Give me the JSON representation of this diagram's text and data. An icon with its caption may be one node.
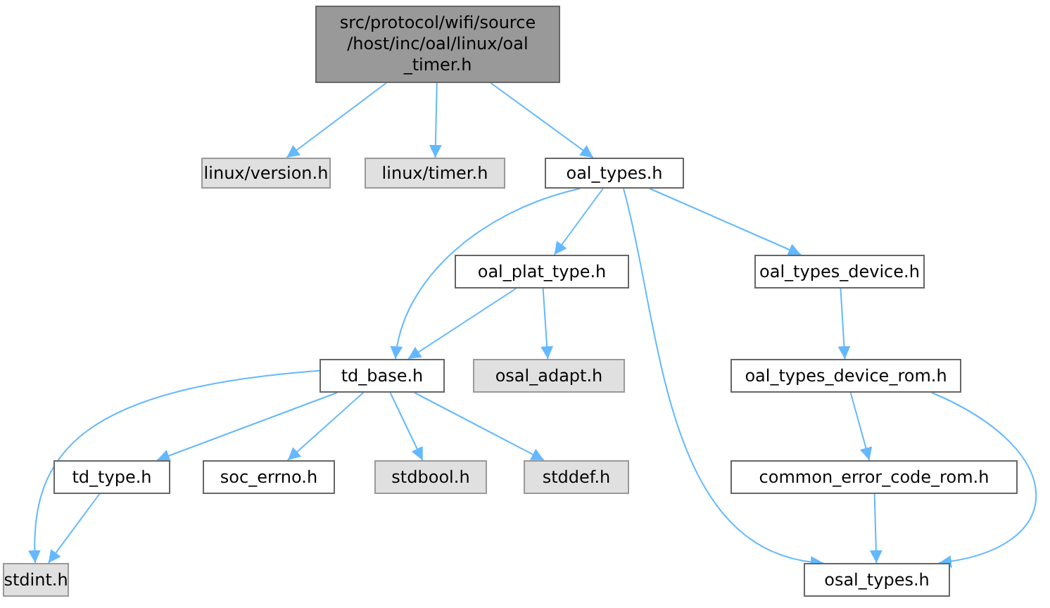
{
  "diagram": {
    "nodes": [
      {
        "text": [
          "src/protocol/wifi/source /host/inc/oal/linux/oal _timer.h"
        ]
      },
      {
        "text": [
          "linux/version.h"
        ]
      },
      {
        "text": [
          "linux/timer.h"
        ]
      },
      {
        "text": [
          "oal_types.h"
        ]
      },
      {
        "text": [
          "oal_plat_type.h"
        ]
      },
      {
        "text": [
          "oal_types_device.h"
        ]
      },
      {
        "text": [
          "td_base.h"
        ]
      },
      {
        "text": [
          "osal_adapt.h"
        ]
      },
      {
        "text": [
          "oal_types_device_rom.h"
        ]
      },
      {
        "text": [
          "td_type.h"
        ]
      },
      {
        "text": [
          "soc_errno.h"
        ]
      },
      {
        "text": [
          "stdbool.h"
        ]
      },
      {
        "text": [
          "stddef.h"
        ]
      },
      {
        "text": [
          "common_error_code_rom.h"
        ]
      },
      {
        "text": [
          "stdint.h"
        ]
      },
      {
        "text": [
          "osal_types.h"
        ]
      }
    ],
    "edges": [
      {
        "from": 0,
        "to": 1,
        "arrow": "to"
      },
      {
        "from": 0,
        "to": 2,
        "arrow": "to"
      },
      {
        "from": 0,
        "to": 3,
        "arrow": "to"
      },
      {
        "from": 3,
        "to": 6,
        "arrow": "to"
      },
      {
        "from": 3,
        "to": 4,
        "arrow": "to"
      },
      {
        "from": 3,
        "to": 5,
        "arrow": "to"
      },
      {
        "from": 3,
        "to": 15,
        "arrow": "to"
      },
      {
        "from": 4,
        "to": 6,
        "arrow": "to"
      },
      {
        "from": 4,
        "to": 7,
        "arrow": "to"
      },
      {
        "from": 5,
        "to": 8,
        "arrow": "to"
      },
      {
        "from": 6,
        "to": 9,
        "arrow": "to"
      },
      {
        "from": 6,
        "to": 10,
        "arrow": "to"
      },
      {
        "from": 6,
        "to": 11,
        "arrow": "to"
      },
      {
        "from": 6,
        "to": 12,
        "arrow": "to"
      },
      {
        "from": 6,
        "to": 14,
        "arrow": "to"
      },
      {
        "from": 8,
        "to": 13,
        "arrow": "to"
      },
      {
        "from": 8,
        "to": 15,
        "arrow": "to"
      },
      {
        "from": 9,
        "to": 14,
        "arrow": "to"
      },
      {
        "from": 13,
        "to": 15,
        "arrow": "to"
      }
    ]
  }
}
